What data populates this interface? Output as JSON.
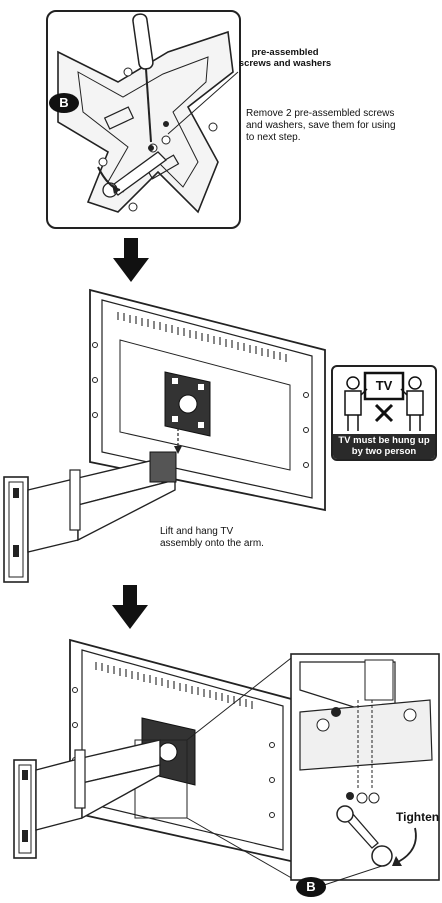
{
  "step1": {
    "callout": "pre-assembled\nscrews and washers",
    "instruction": "Remove 2 pre-assembled screws\nand washers, save them for using\nto next step.",
    "badge": "B"
  },
  "step2": {
    "instruction": "Lift and hang TV\nassembly onto the arm.",
    "warning": {
      "tv_label": "TV",
      "text": "TV must be hung up\nby two person"
    }
  },
  "step3": {
    "action": "Tighten",
    "badge": "B"
  }
}
